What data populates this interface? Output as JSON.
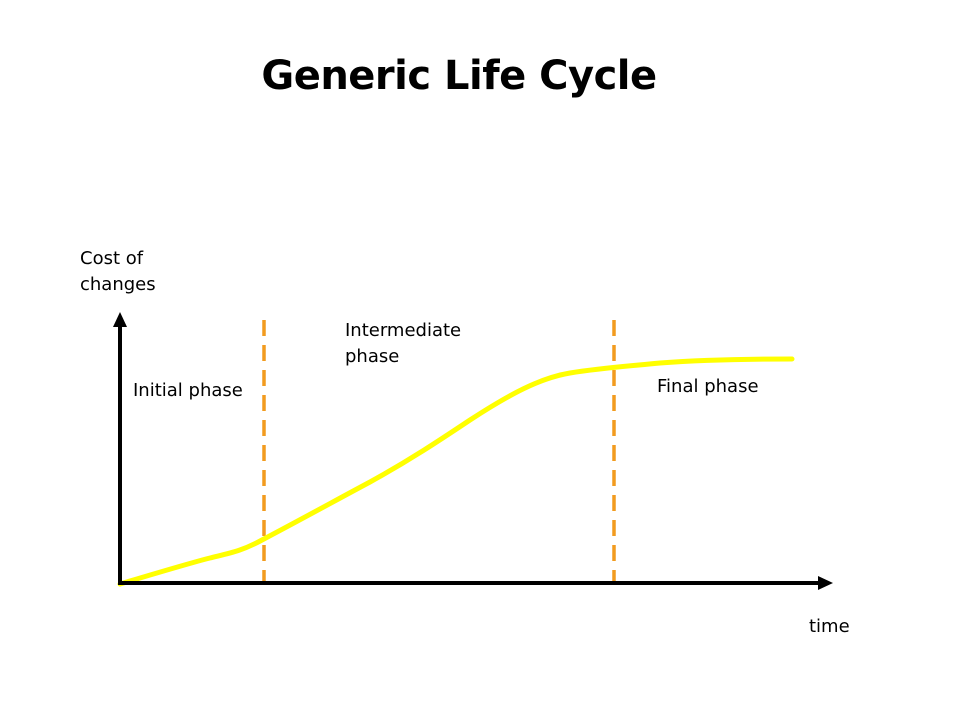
{
  "title": "Generic Life Cycle",
  "axes": {
    "y_label_line1": "Cost of",
    "y_label_line2": "changes",
    "x_label": "time"
  },
  "phases": {
    "initial": "Initial phase",
    "intermediate_line1": "Intermediate",
    "intermediate_line2": "phase",
    "final": "Final phase"
  },
  "colors": {
    "curve": "#ffff00",
    "phase_divider": "#f29b1f",
    "axes": "#000000"
  }
}
